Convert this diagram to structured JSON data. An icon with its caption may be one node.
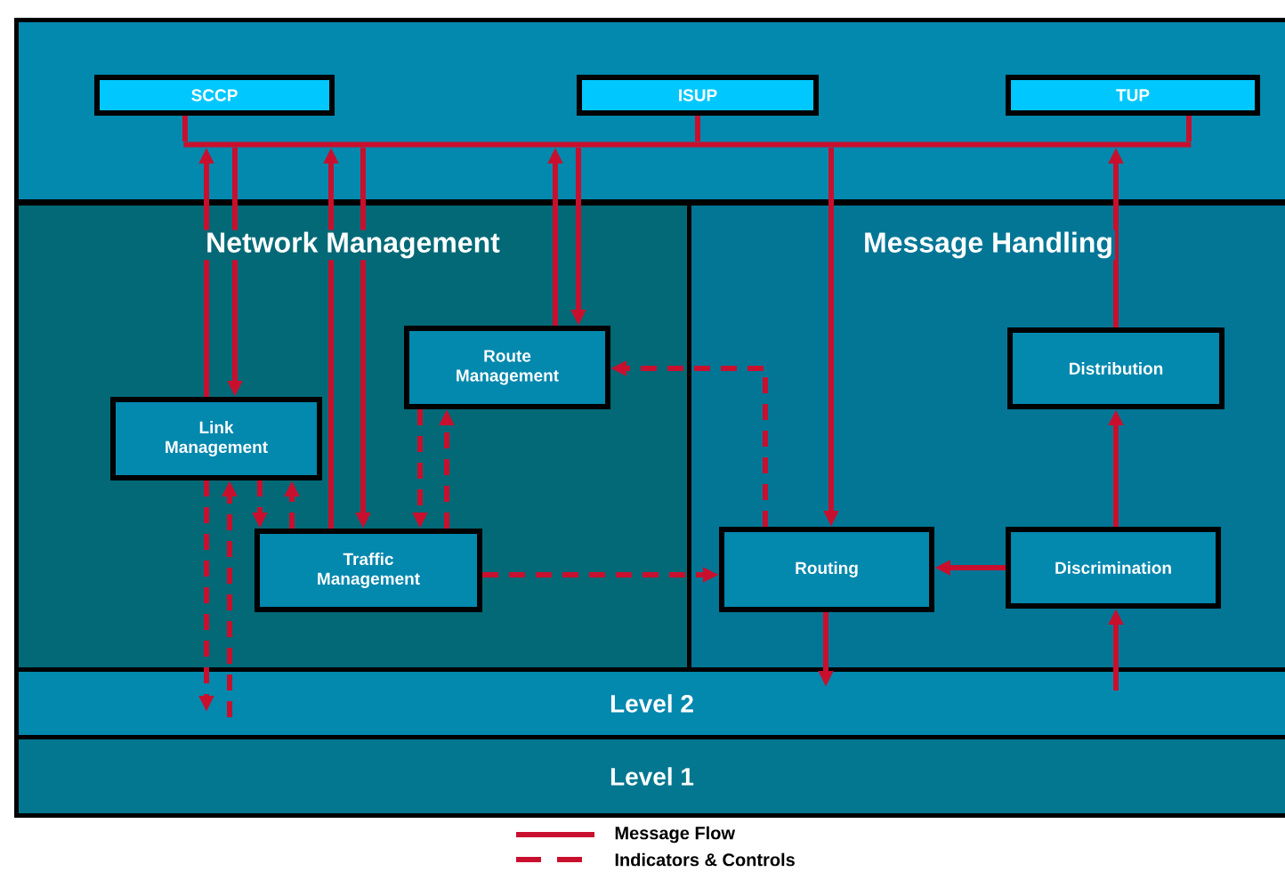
{
  "diagram": {
    "nodes": [
      {
        "text": [],
        "shape": "box"
      },
      {
        "text": [
          "SCCP"
        ],
        "in": 0
      },
      {
        "text": [
          "ISUP"
        ],
        "in": 0
      },
      {
        "text": [
          "TUP"
        ],
        "in": 0
      },
      {
        "text": [],
        "shape": "bar",
        "in": 0
      },
      {
        "text": [
          "Network Management"
        ]
      },
      {
        "text": [
          "Message Handling"
        ]
      },
      {
        "text": [
          "Link Management"
        ],
        "in": 5
      },
      {
        "text": [
          "Route Management"
        ],
        "in": 5
      },
      {
        "text": [
          "Traffic Management"
        ],
        "in": 5
      },
      {
        "text": [
          "Distribution"
        ],
        "in": 6
      },
      {
        "text": [
          "Routing"
        ],
        "in": 6
      },
      {
        "text": [
          "Discrimination"
        ],
        "in": 6
      },
      {
        "text": [
          "Level 2"
        ]
      },
      {
        "text": [
          "Level 1"
        ]
      }
    ],
    "edges": [
      {
        "from": 1,
        "to": 4,
        "arrow": "none"
      },
      {
        "from": 2,
        "to": 4,
        "arrow": "none"
      },
      {
        "from": 3,
        "to": 4,
        "arrow": "none"
      },
      {
        "from": 7,
        "to": 4,
        "arrow": "to"
      },
      {
        "from": 4,
        "to": 7,
        "arrow": "to"
      },
      {
        "from": 9,
        "to": 4,
        "arrow": "to"
      },
      {
        "from": 4,
        "to": 9,
        "arrow": "to"
      },
      {
        "from": 8,
        "to": 4,
        "arrow": "to"
      },
      {
        "from": 4,
        "to": 8,
        "arrow": "to"
      },
      {
        "from": 4,
        "to": 11,
        "arrow": "to"
      },
      {
        "from": 10,
        "to": 4,
        "arrow": "to"
      },
      {
        "from": 12,
        "to": 10,
        "arrow": "to"
      },
      {
        "from": 12,
        "to": 11,
        "arrow": "to"
      },
      {
        "from": 13,
        "to": 12,
        "arrow": "to"
      },
      {
        "from": 11,
        "to": 13,
        "arrow": "to"
      },
      {
        "from": 7,
        "to": 13,
        "arrow": "to",
        "style": "dashed"
      },
      {
        "from": 13,
        "to": 7,
        "arrow": "to",
        "style": "dashed"
      },
      {
        "from": 7,
        "to": 9,
        "arrow": "to",
        "style": "dashed"
      },
      {
        "from": 9,
        "to": 7,
        "arrow": "to",
        "style": "dashed"
      },
      {
        "from": 8,
        "to": 9,
        "arrow": "to",
        "style": "dashed"
      },
      {
        "from": 9,
        "to": 8,
        "arrow": "to",
        "style": "dashed"
      },
      {
        "from": 9,
        "to": 11,
        "arrow": "to",
        "style": "dashed"
      },
      {
        "from": 11,
        "to": 8,
        "arrow": "to",
        "style": "dashed"
      }
    ],
    "legend": [
      {
        "text": "Message Flow"
      },
      {
        "text": "Indicators & Controls"
      }
    ]
  }
}
